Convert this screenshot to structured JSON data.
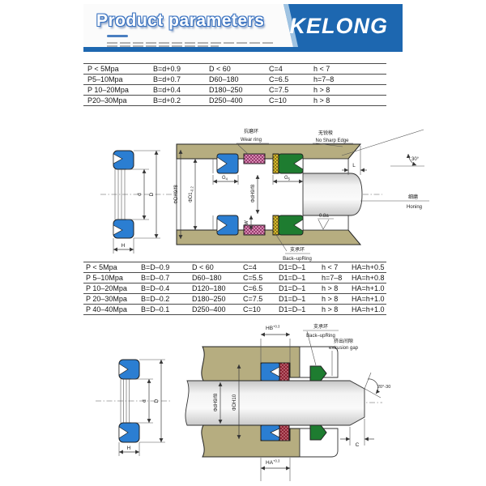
{
  "header": {
    "title": "Product parameters",
    "brand": "KELONG"
  },
  "colors": {
    "accent_blue": "#1d67b0",
    "seal_blue": "#2b7ed2",
    "housing_tan": "#b6ad80",
    "seal_green": "#1e7c30",
    "wear_ring_maroon": "#8d2e60",
    "backup_yellow": "#eac832",
    "ring_red": "#8e2233"
  },
  "table1": {
    "rows": [
      [
        "P < 5Mpa",
        "B=d+0.9",
        "D < 60",
        "C=4",
        "h < 7"
      ],
      [
        "P5–10Mpa",
        "B=d+0.7",
        "D60–180",
        "C=6.5",
        "h=7–8"
      ],
      [
        "P 10–20Mpa",
        "B=d+0.4",
        "D180–250",
        "C=7.5",
        "h > 8"
      ],
      [
        "P20–30Mpa",
        "B=d+0.2",
        "D250–400",
        "C=10",
        "h > 8"
      ]
    ]
  },
  "table2": {
    "rows": [
      [
        "P < 5Mpa",
        "B=D–0.9",
        "D < 60",
        "C=4",
        "D1=D–1",
        "h < 7",
        "HA=h+0.5"
      ],
      [
        "P 5–10Mpa",
        "B=D–0.7",
        "D60–180",
        "C=5.5",
        "D1=D–1",
        "h=7–8",
        "HA=h+0.8"
      ],
      [
        "P 10–20Mpa",
        "B=D–0.4",
        "D120–180",
        "C=6.5",
        "D1=D–1",
        "h > 8",
        "HA=h+1.0"
      ],
      [
        "P 20–30Mpa",
        "B=D–0.2",
        "D180–250",
        "C=7.5",
        "D1=D–1",
        "h > 8",
        "HA=h+1.0"
      ],
      [
        "P 40–40Mpa",
        "B=D–0.1",
        "D250–400",
        "C=10",
        "D1=D–1",
        "h > 8",
        "HA=h+1.0"
      ]
    ]
  },
  "diagram1": {
    "labels": {
      "wear_cn": "抗磨环",
      "wear_en": "Wear ring",
      "nosharp_cn": "无锐棱",
      "nosharp_en": "No Sharp Edge",
      "angle": "30°",
      "dim_L": "L",
      "g_main": "G",
      "g4_sub": "4",
      "g5_sub": "5",
      "phiD": "ΦDH9/f8",
      "phiD1_main": "ΦD1",
      "phiD1_sub": "-0.2",
      "phid": "ΦdH9/f8",
      "dim_W": "W",
      "surface": "0.8a",
      "honing_cn": "细磨",
      "honing_en": "Honing",
      "backup_cn": "支承环",
      "backup_en": "Back–upRing",
      "dim_d": "d",
      "dim_D": "D",
      "dim_H": "H"
    }
  },
  "diagram2": {
    "labels": {
      "hb": "HB",
      "hb_tol": "+0.3",
      "ha": "HA",
      "ha_tol": "+0.3",
      "backup_cn": "支承环",
      "backup_en": "Back–upRing",
      "ext_cn": "挤出间隙",
      "ext_en": "extrusion gap",
      "angle": "20°-30",
      "phid": "ΦdH9/f8",
      "phiD": "ΦDH10",
      "dim_C": "C",
      "dim_d": "d",
      "dim_D": "D",
      "dim_H": "H"
    }
  }
}
